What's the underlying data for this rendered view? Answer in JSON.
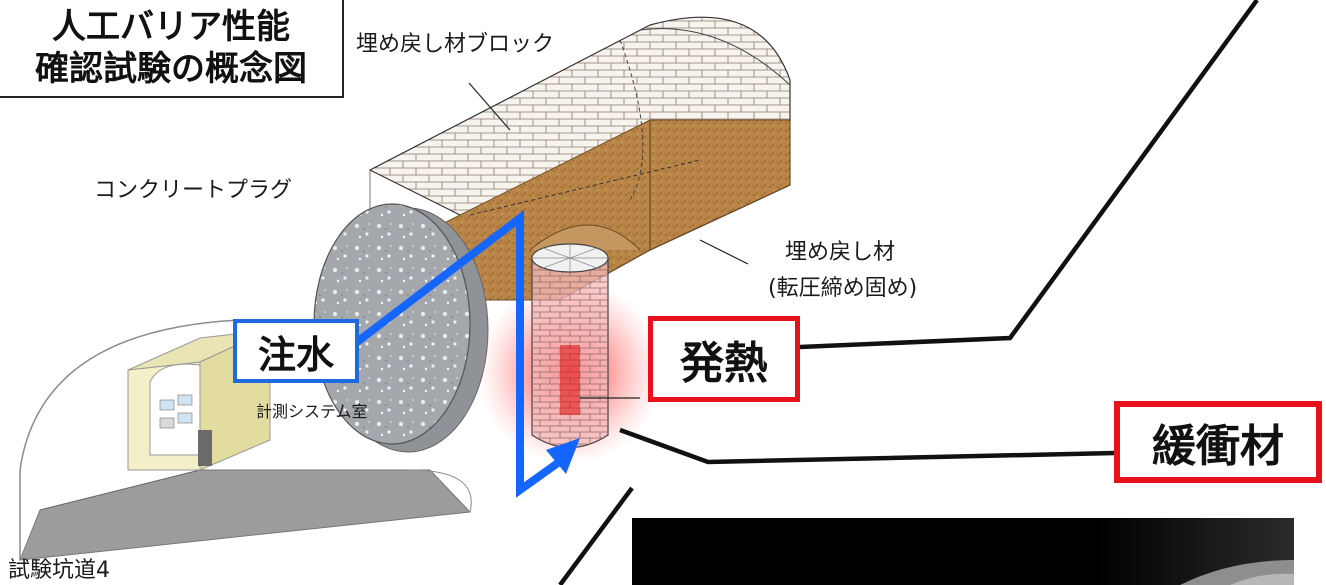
{
  "title": {
    "line1": "人工バリア性能",
    "line2": "確認試験の概念図"
  },
  "labels": {
    "backfill_block": "埋め戻し材ブロック",
    "concrete_plug": "コンクリートプラグ",
    "backfill": "埋め戻し材",
    "backfill_note": "(転圧締め固め)",
    "measurement_room": "計測システム室",
    "test_tunnel": "試験坑道4"
  },
  "callouts": {
    "water_injection": "注水",
    "heat_generation": "発熱",
    "buffer_material": "緩衝材"
  },
  "colors": {
    "water_arrow": "#1565ff",
    "heat_glow": "#ff3b3b",
    "callout_red": "#e8101a",
    "callout_blue": "#1e6be0",
    "backfill_brown": "#b07a3c"
  }
}
